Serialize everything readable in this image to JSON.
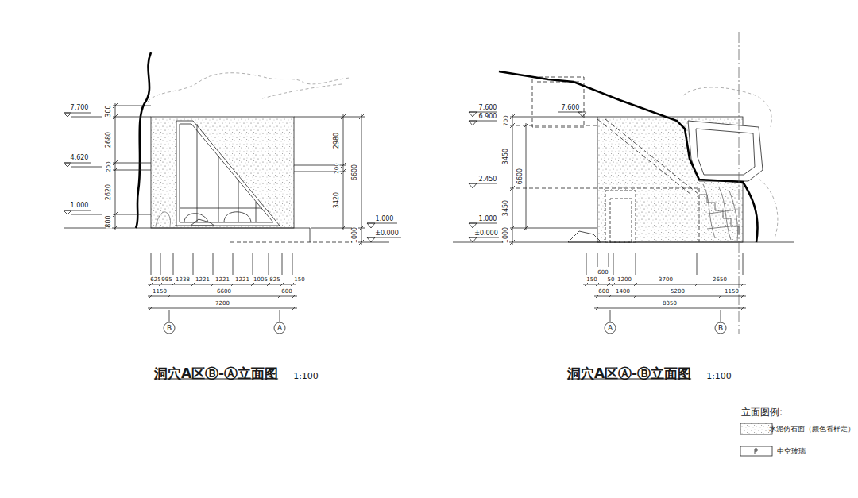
{
  "diagram": {
    "labels": [
      "7.700",
      "4.620",
      "1.000",
      "300",
      "2680",
      "200",
      "2620",
      "800",
      "2980",
      "200",
      "3420",
      "6600",
      "1000",
      "1.000",
      "±0.000",
      "625",
      "995",
      "1238",
      "1221",
      "1221",
      "1221",
      "1005",
      "825",
      "150",
      "1150",
      "6600",
      "600",
      "7200",
      "B",
      "A",
      "洞穴A区Ⓑ-Ⓐ立面图",
      "1:100",
      "7.600",
      "6.900",
      "7.600",
      "2.450",
      "1.000",
      "±0.000",
      "700",
      "3450",
      "6600",
      "3450",
      "1000",
      "150",
      "600",
      "50",
      "1200",
      "3700",
      "2650",
      "600",
      "1400",
      "5200",
      "1150",
      "8350",
      "A",
      "B",
      "洞穴A区Ⓐ-Ⓑ立面图",
      "1:100",
      "立面图例:"
    ],
    "legend": [
      {
        "text": "水泥仿石面（颜色看样定）"
      },
      {
        "text": "中空玻璃"
      }
    ]
  }
}
